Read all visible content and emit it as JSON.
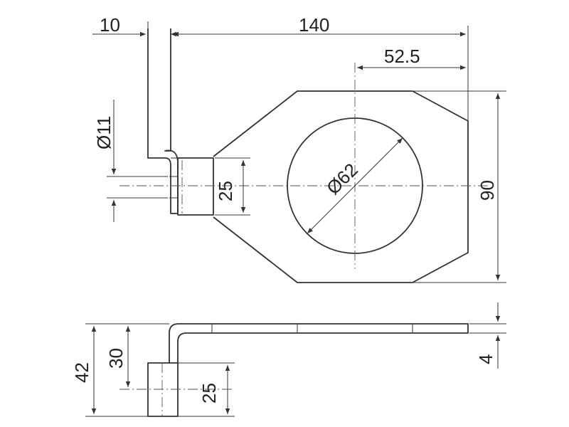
{
  "drawing": {
    "top_view": {
      "dim_lug_thickness": "10",
      "dim_total_length": "140",
      "dim_hole_offset": "52.5",
      "dim_hole_small": "Ø11",
      "dim_lug_height": "25",
      "dim_hole_large": "Ø62",
      "dim_total_width": "90"
    },
    "side_view": {
      "dim_total_height": "42",
      "dim_offset_height": "30",
      "dim_lug_height": "25",
      "dim_thickness": "4"
    }
  },
  "colors": {
    "line": "#333333",
    "background": "#ffffff"
  }
}
